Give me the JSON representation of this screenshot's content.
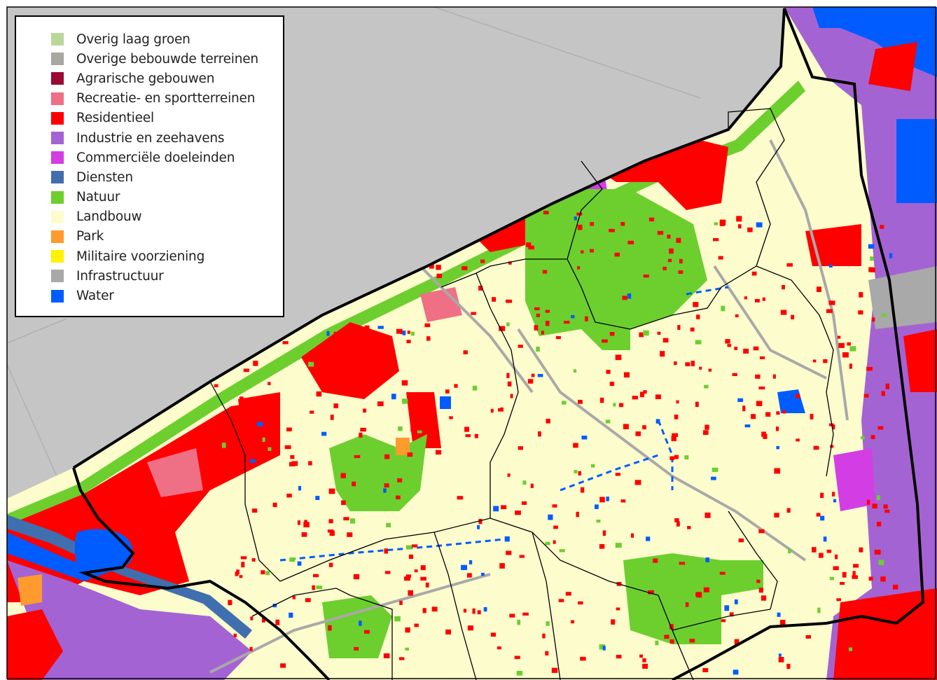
{
  "legend": {
    "items": [
      {
        "label": "Overig laag groen",
        "color": "#b9d79b"
      },
      {
        "label": "Overige bebouwde terreinen",
        "color": "#a8a8a0"
      },
      {
        "label": "Agrarische gebouwen",
        "color": "#9b0a34"
      },
      {
        "label": "Recreatie- en sportterreinen",
        "color": "#ef6f85"
      },
      {
        "label": "Residentieel",
        "color": "#ff0000"
      },
      {
        "label": "Industrie en zeehavens",
        "color": "#a463d2"
      },
      {
        "label": "Commerciële doeleinden",
        "color": "#d23ee4"
      },
      {
        "label": "Diensten",
        "color": "#3f6fae"
      },
      {
        "label": "Natuur",
        "color": "#6ccf2e"
      },
      {
        "label": "Landbouw",
        "color": "#fdfccd"
      },
      {
        "label": "Park",
        "color": "#ff9a2e"
      },
      {
        "label": "Militaire voorziening",
        "color": "#fff200"
      },
      {
        "label": "Infrastructuur",
        "color": "#a9a9a9"
      },
      {
        "label": "Water",
        "color": "#005cff"
      }
    ]
  },
  "colors": {
    "sea": "#c5c5c5",
    "beach": "#d9d9d9",
    "boundary": "#000000"
  }
}
